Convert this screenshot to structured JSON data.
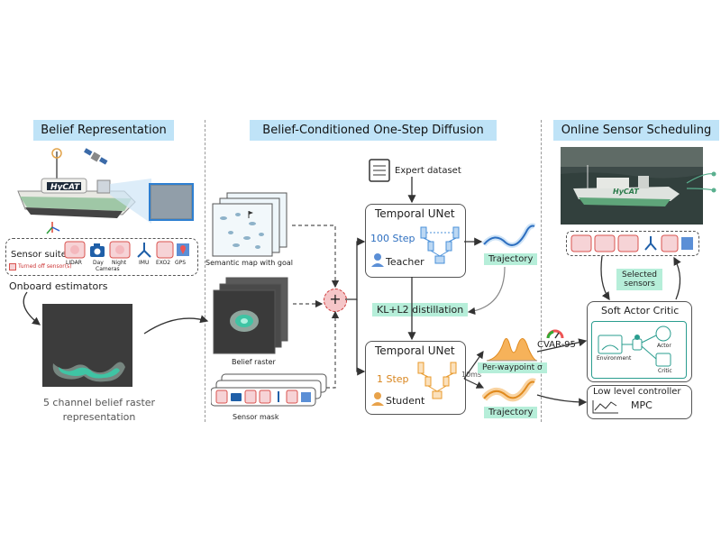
{
  "sections": {
    "belief": "Belief Representation",
    "diffusion": "Belief-Conditioned One-Step Diffusion",
    "scheduling": "Online Sensor Scheduling"
  },
  "left": {
    "boat_name": "HyCAT",
    "sensor_suite_label": "Sensor suite",
    "sensors": [
      "LIDAR",
      "Day",
      "Night",
      "IMU",
      "EXO2",
      "GPS"
    ],
    "cameras_label": "Cameras",
    "turned_off_legend": "Turned off sensor(s)",
    "onboard_estimators": "Onboard estimators",
    "raster_caption_line1": "5 channel belief raster",
    "raster_caption_line2": "representation"
  },
  "middle": {
    "semantic_map_caption": "Semantic map with goal",
    "belief_raster_caption": "Belief raster",
    "sensor_mask_caption": "Sensor mask",
    "plus_symbol": "+",
    "expert_dataset": "Expert dataset",
    "teacher": {
      "title": "Temporal UNet",
      "steps": "100 Step",
      "role": "Teacher"
    },
    "trajectory_top": "Trajectory",
    "distillation": "KL+L2 distillation",
    "student": {
      "title": "Temporal UNet",
      "steps": "1 Step",
      "role": "Student"
    },
    "latency": "10ms",
    "per_waypoint": "Per-waypoint σ",
    "trajectory_bottom": "Trajectory"
  },
  "right": {
    "boat_name": "HyCAT",
    "selected_sensors_line1": "Selected",
    "selected_sensors_line2": "sensors",
    "sac_title": "Soft Actor Critic",
    "cvar": "CVAR-95",
    "environment": "Environment",
    "actor": "Actor",
    "critic": "Critic",
    "low_level_title": "Low level controller",
    "mpc": "MPC"
  },
  "colors": {
    "title_bg": "#bfe3f7",
    "tag_green": "#b6eed9",
    "sensor_red": "#e0737a",
    "teacher_blue": "#4a90d9",
    "student_orange": "#e89a2c",
    "raster_teal": "#3fc4a4"
  }
}
